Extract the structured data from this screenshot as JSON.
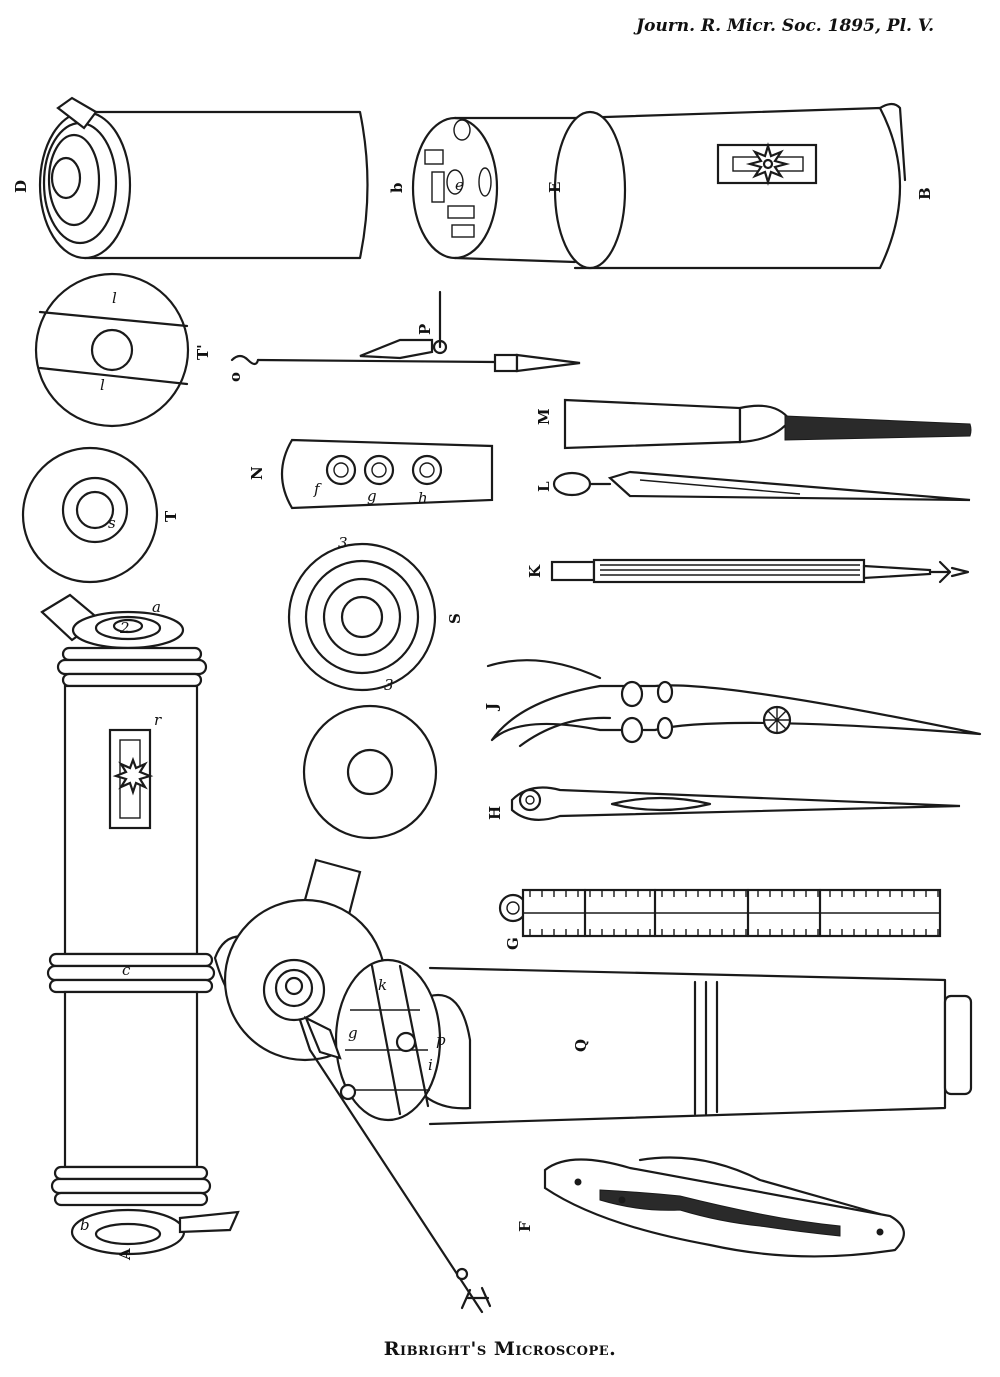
{
  "header": "Journ. R. Micr. Soc. 1895, Pl. V.",
  "caption": "Ribright's Microscope.",
  "figure_labels": [
    "D",
    "b",
    "E",
    "B",
    "l",
    "l",
    "T'",
    "o",
    "P",
    "M",
    "N",
    "f",
    "g",
    "h",
    "L",
    "T",
    "s",
    "K",
    "3",
    "S",
    "3",
    "a",
    "2",
    "r",
    "J",
    "H",
    "G",
    "c",
    "g",
    "k",
    "i",
    "p",
    "Q",
    "b",
    "A",
    "F",
    "e"
  ]
}
